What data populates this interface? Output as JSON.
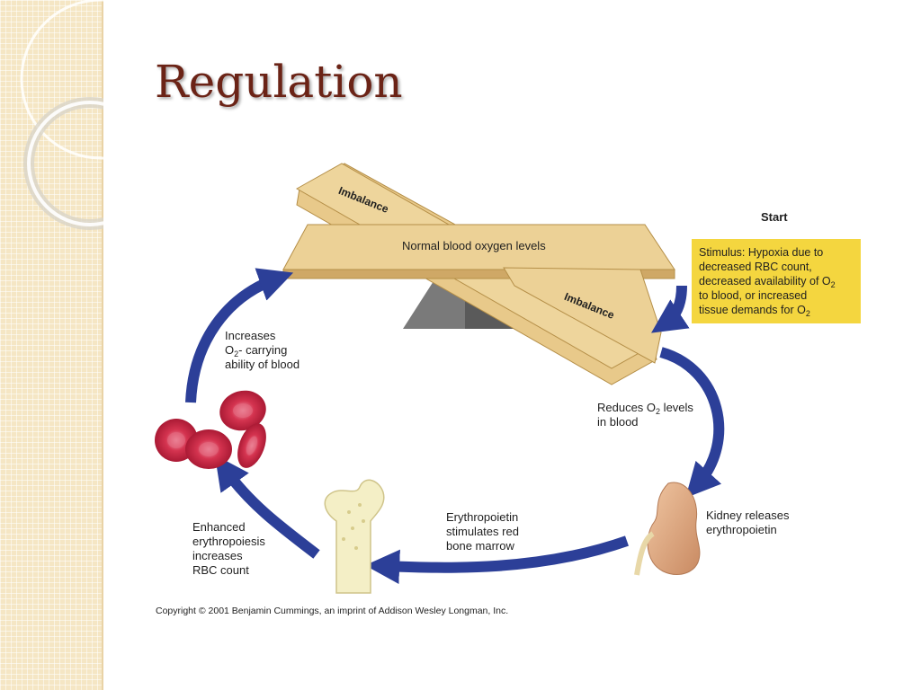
{
  "slide": {
    "title": "Regulation"
  },
  "diagram": {
    "start_label": "Start",
    "plank_back_label": "Imbalance",
    "plank_center_label": "Normal blood oxygen levels",
    "plank_front_label": "Imbalance",
    "stimulus": {
      "line1": "Stimulus: Hypoxia due to",
      "line2": "decreased RBC count,",
      "line3_pre": "decreased availability of  O",
      "line3_sub": "2",
      "line4": "to blood, or increased",
      "line5_pre": "tissue demands for O",
      "line5_sub": "2"
    },
    "reduces": {
      "line1_pre": "Reduces O",
      "line1_sub": "2",
      "line1_post": " levels",
      "line2": "in blood"
    },
    "kidney": {
      "line1": "Kidney releases",
      "line2": "erythropoietin"
    },
    "erythropoietin": {
      "line1": "Erythropoietin",
      "line2": "stimulates red",
      "line3": "bone marrow"
    },
    "enhanced": {
      "line1": "Enhanced",
      "line2": "erythropoiesis",
      "line3": "increases",
      "line4": "RBC count"
    },
    "increases": {
      "line1": "Increases",
      "line2_pre": "O",
      "line2_sub": "2",
      "line2_post": "- carrying",
      "line3": "ability of blood"
    },
    "copyright": "Copyright © 2001 Benjamin Cummings, an imprint of Addison Wesley Longman, Inc."
  },
  "colors": {
    "title": "#6b2316",
    "arrow": "#2c3f98",
    "plank": "#e8c98a",
    "stimulus_box": "#f4d63f",
    "side_band": "#f5e6c4"
  },
  "icons": [
    "seesaw-fulcrum-icon",
    "red-blood-cells-icon",
    "bone-icon",
    "kidney-icon"
  ]
}
